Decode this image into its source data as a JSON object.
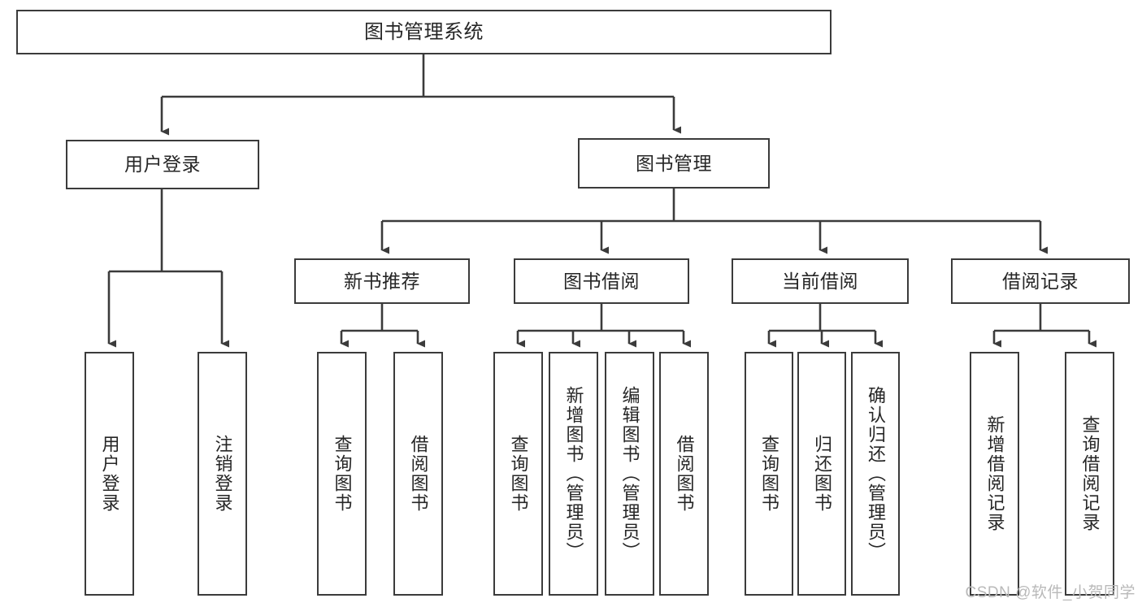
{
  "diagram": {
    "title": "图书管理系统",
    "type": "hierarchy-tree",
    "colors": {
      "box_border": "#3b3b3b",
      "box_fill": "#ffffff",
      "line": "#3b3b3b",
      "text": "#262626",
      "watermark": "#b9b9b9",
      "background": "#ffffff"
    },
    "root": {
      "label": "图书管理系统"
    },
    "level2": [
      {
        "label": "用户登录"
      },
      {
        "label": "图书管理"
      }
    ],
    "level3": [
      {
        "label": "新书推荐"
      },
      {
        "label": "图书借阅"
      },
      {
        "label": "当前借阅"
      },
      {
        "label": "借阅记录"
      }
    ],
    "leaves": {
      "user_login": [
        {
          "label": "用户登录"
        },
        {
          "label": "注销登录"
        }
      ],
      "new_book_recommend": [
        {
          "label": "查询图书"
        },
        {
          "label": "借阅图书"
        }
      ],
      "book_borrow": [
        {
          "label": "查询图书"
        },
        {
          "label": "新增图书（管理员）"
        },
        {
          "label": "编辑图书（管理员）"
        },
        {
          "label": "借阅图书"
        }
      ],
      "current_borrow": [
        {
          "label": "查询图书"
        },
        {
          "label": "归还图书"
        },
        {
          "label": "确认归还（管理员）"
        }
      ],
      "borrow_record": [
        {
          "label": "新增借阅记录"
        },
        {
          "label": "查询借阅记录"
        }
      ]
    }
  },
  "watermark": {
    "text": "CSDN @软件_小贺同学"
  }
}
